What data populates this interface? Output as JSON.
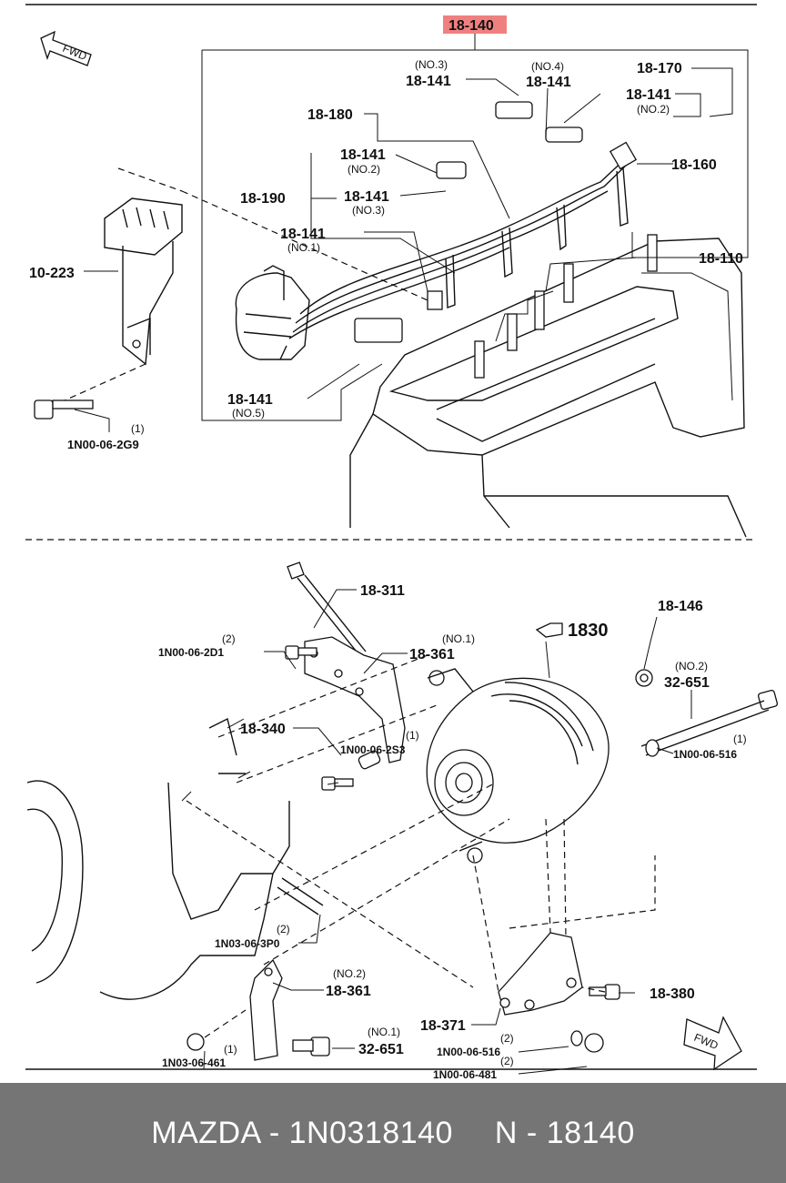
{
  "diagram": {
    "highlight_part": "18-140",
    "fwd_label": "FWD",
    "upper_labels": {
      "l_18141_no3_top": "18-141",
      "s_no3_top": "(NO.3)",
      "l_18141_no4": "18-141",
      "s_no4": "(NO.4)",
      "l_18170": "18-170",
      "l_18141_no2_right": "18-141",
      "s_no2_right": "(NO.2)",
      "l_18180": "18-180",
      "l_18141_no2_left": "18-141",
      "s_no2_left": "(NO.2)",
      "l_18160": "18-160",
      "l_18190": "18-190",
      "l_18141_no3_mid": "18-141",
      "s_no3_mid": "(NO.3)",
      "l_18141_no1": "18-141",
      "s_no1": "(NO.1)",
      "l_10223": "10-223",
      "l_18110": "18-110",
      "l_18141_no5": "18-141",
      "s_no5": "(NO.5)",
      "s_qty_2g9": "(1)",
      "l_1n00062g9": "1N00-06-2G9"
    },
    "lower_labels": {
      "l_18311": "18-311",
      "s_qty_2d1": "(2)",
      "l_1n00062d1": "1N00-06-2D1",
      "s_no1_361": "(NO.1)",
      "l_18361_top": "18-361",
      "l_1830": "1830",
      "l_18146": "18-146",
      "s_no2_651": "(NO.2)",
      "l_32651_top": "32-651",
      "l_18340": "18-340",
      "s_qty_2s3": "(1)",
      "l_1n00062s3": "1N00-06-2S3",
      "s_qty_516_top": "(1)",
      "l_1n0006516_top": "1N00-06-516",
      "s_qty_3p0": "(2)",
      "l_1n03063p0": "1N03-06-3P0",
      "s_no2_361": "(NO.2)",
      "l_18361_bottom": "18-361",
      "l_18380": "18-380",
      "l_18371": "18-371",
      "s_qty_461": "(1)",
      "l_1n0306461": "1N03-06-461",
      "s_no1_651": "(NO.1)",
      "l_32651_bottom": "32-651",
      "s_qty_516_bottom": "(2)",
      "l_1n0006516_bottom": "1N00-06-516",
      "s_qty_481": "(2)",
      "l_1n0006481": "1N00-06-481"
    },
    "colors": {
      "highlight": "#f08080",
      "footer_bg": "#757575",
      "footer_text": "#ffffff"
    }
  },
  "footer": {
    "brand_part": "MAZDA - 1N0318140",
    "ref": "N - 18140"
  }
}
